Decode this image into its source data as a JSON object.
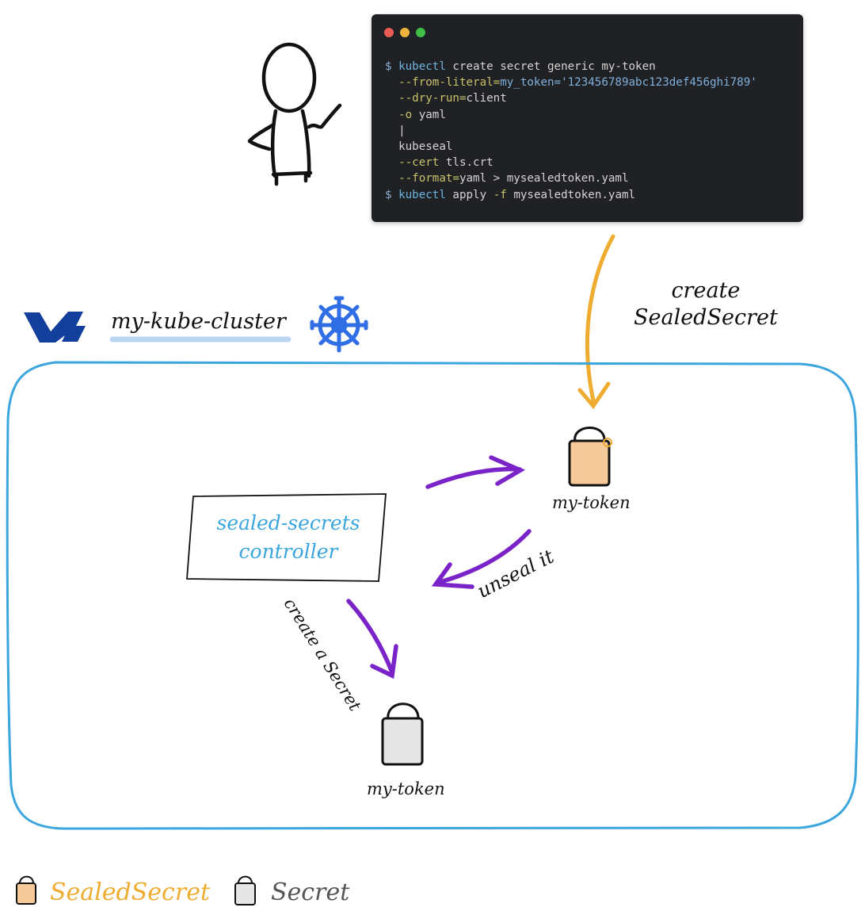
{
  "terminal": {
    "dot_colors": [
      "#e95b55",
      "#eeb43b",
      "#3fbf48"
    ],
    "lines": [
      [
        {
          "t": "$ ",
          "c": "prompt"
        },
        {
          "t": "kubectl",
          "c": "cmd"
        },
        {
          "t": " create secret generic my-token",
          "c": "text"
        }
      ],
      [
        {
          "t": "  --from-literal=",
          "c": "flag"
        },
        {
          "t": "my_token='123456789abc123def456ghi789'",
          "c": "str"
        }
      ],
      [
        {
          "t": "  --dry-run=",
          "c": "flag"
        },
        {
          "t": "client",
          "c": "text"
        }
      ],
      [
        {
          "t": "  -o",
          "c": "flag"
        },
        {
          "t": " yaml",
          "c": "text"
        }
      ],
      [
        {
          "t": "  |",
          "c": "text"
        }
      ],
      [
        {
          "t": "  kubeseal",
          "c": "text"
        }
      ],
      [
        {
          "t": "  --cert",
          "c": "flag"
        },
        {
          "t": " tls.crt",
          "c": "text"
        }
      ],
      [
        {
          "t": "  --format=",
          "c": "flag"
        },
        {
          "t": "yaml > mysealedtoken.yaml",
          "c": "text"
        }
      ],
      [
        {
          "t": "$ ",
          "c": "prompt"
        },
        {
          "t": "kubectl",
          "c": "cmd"
        },
        {
          "t": " apply ",
          "c": "text"
        },
        {
          "t": "-f",
          "c": "flag"
        },
        {
          "t": " mysealedtoken.yaml",
          "c": "text"
        }
      ]
    ],
    "syntax_colors": {
      "prompt": "#8fb0d6",
      "cmd": "#6fb3e0",
      "flag": "#c9c26a",
      "str": "#7fb0dc",
      "text": "#d4d4d4"
    }
  },
  "labels": {
    "create_sealed_secret": [
      "create",
      "SealedSecret"
    ],
    "cluster_name": "my-kube-cluster",
    "controller": "sealed-secrets controller",
    "sealed_token": "my-token",
    "secret_token": "my-token",
    "unseal": "unseal it",
    "create_a_secret": "create a Secret"
  },
  "legend": [
    {
      "label": "SealedSecret",
      "color": "#eeac30",
      "fill": "#f6c99a"
    },
    {
      "label": "Secret",
      "color": "#555555",
      "fill": "#e6e6e6"
    }
  ],
  "icons": [
    "person-stick-figure-icon",
    "ovh-logo-icon",
    "kubernetes-helm-icon",
    "padlock-icon"
  ],
  "colors": {
    "cluster_border": "#3aa6dd",
    "cluster_underline": "#bcd6f2",
    "arrow_purple": "#7a23c8",
    "arrow_orange": "#eeac30",
    "ovh_blue": "#123f9b",
    "k8s_blue": "#2f6ee5",
    "controller_text": "#3aa6dd"
  }
}
